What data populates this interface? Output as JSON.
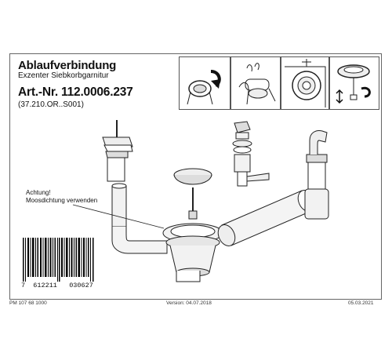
{
  "card": {
    "title": "Ablaufverbindung",
    "subtitle": "Exzenter Siebkorbgarnitur",
    "article_number": "Art.-Nr. 112.0006.237",
    "variant_code": "(37.210.OR..S001)"
  },
  "note": {
    "line1": "Achtung!",
    "line2": "Moosdichtung verwenden"
  },
  "barcode": {
    "digits": "7  612211   030627"
  },
  "footer": {
    "left": "PM 107 68  1000",
    "center": "Version: 04.07.2018",
    "right": "05.03.2021"
  },
  "icons": {
    "step1": "twist-arrow-icon",
    "step2": "hand-tighten-icon",
    "step3": "strainer-top-icon",
    "step4": "plug-adjust-icon"
  }
}
